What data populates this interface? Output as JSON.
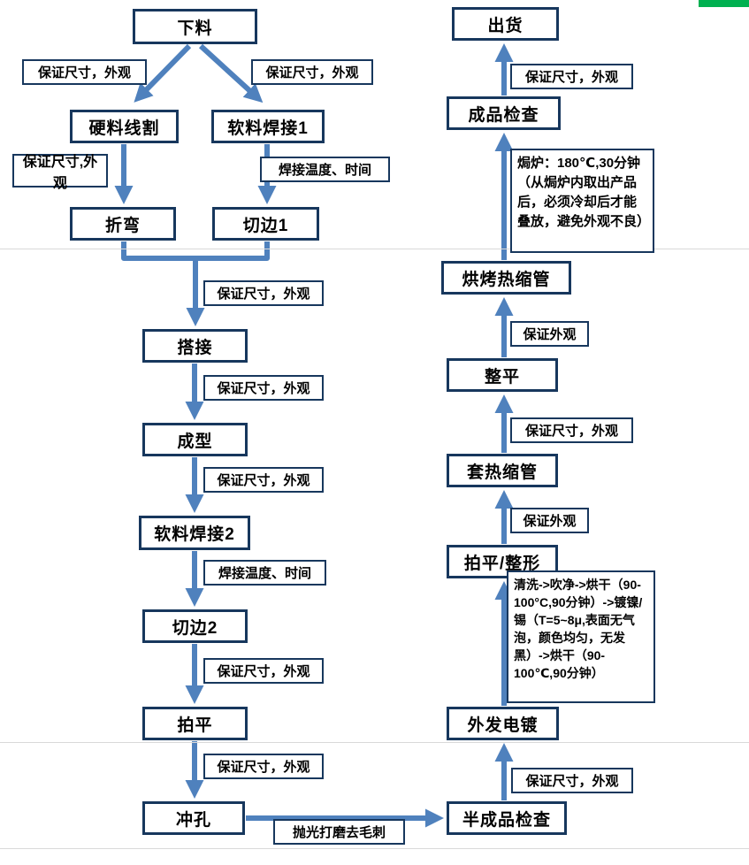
{
  "colors": {
    "box_border": "#17375D",
    "arrow": "#4F81BD",
    "green_mark": "#00B050",
    "text": "#000000"
  },
  "nodes": {
    "xialiao": "下料",
    "yingliao_xiange": "硬料线割",
    "ruanliao_hanjie1": "软料焊接1",
    "zhewan": "折弯",
    "qiebian1": "切边1",
    "dajie": "搭接",
    "chengxing": "成型",
    "ruanliao_hanjie2": "软料焊接2",
    "qiebian2": "切边2",
    "paiping": "拍平",
    "chongkong": "冲孔",
    "banchengpin_jiancha": "半成品检查",
    "waifa_diandu": "外发电镀",
    "paiping_zhengxing": "拍平/整形",
    "tao_resuoguan": "套热缩管",
    "zhengping": "整平",
    "hongkao_resuoguan": "烘烤热缩管",
    "chengpin_jiancha": "成品检查",
    "chuhuo": "出货"
  },
  "labels": {
    "size_appearance": "保证尺寸，外观",
    "size_appearance_alt": "保证尺寸,外观",
    "weld_temp_time": "焊接温度、时间",
    "appearance_only": "保证外观",
    "polish_deburr": "抛光打磨去毛刺",
    "plating_note": "清洗->吹净->烘干（90-100°C,90分钟）->镀镍/锡（T=5~8μ,表面无气泡，颜色均匀，无发黑）->烘干（90-100℃,90分钟）",
    "oven_note": "焗炉：180℃,30分钟（从焗炉内取出产品后，必须冷却后才能叠放，避免外观不良）"
  }
}
